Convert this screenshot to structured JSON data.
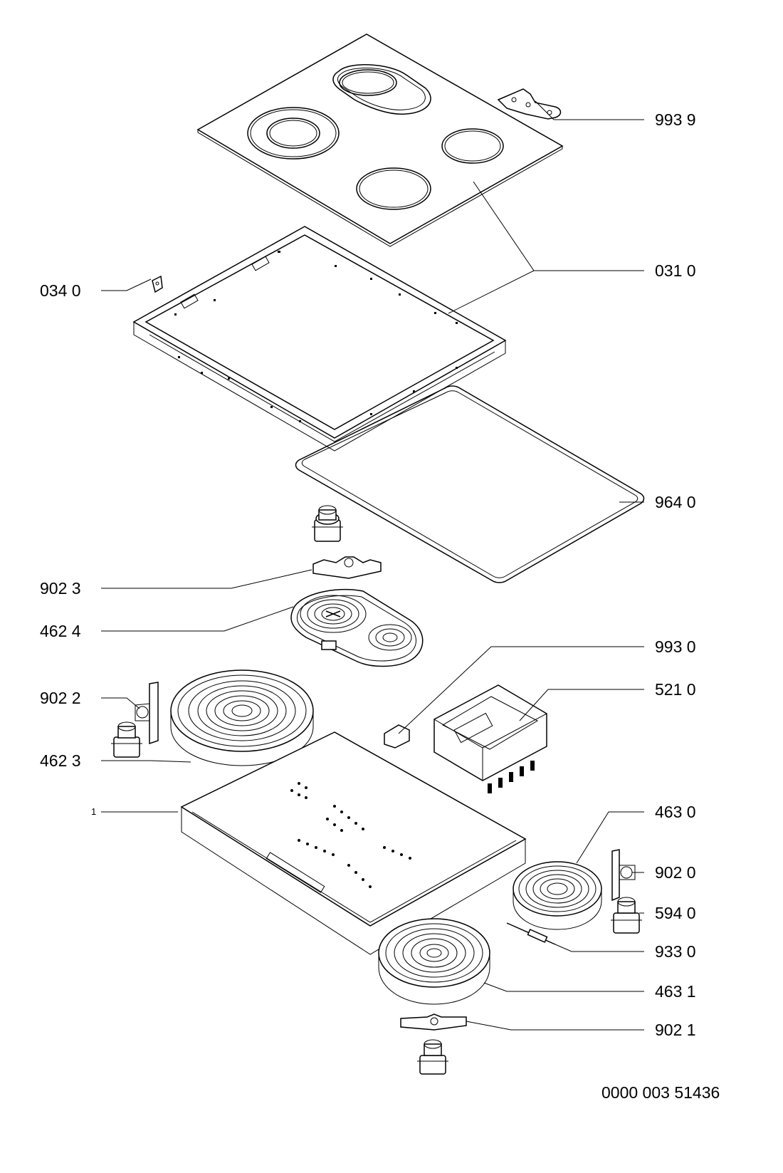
{
  "callouts": [
    {
      "id": "c-9939",
      "text": "993 9"
    },
    {
      "id": "c-0310",
      "text": "031 0"
    },
    {
      "id": "c-0340",
      "text": "034 0"
    },
    {
      "id": "c-9640",
      "text": "964 0"
    },
    {
      "id": "c-9023",
      "text": "902 3"
    },
    {
      "id": "c-4624",
      "text": "462 4"
    },
    {
      "id": "c-9930",
      "text": "993 0"
    },
    {
      "id": "c-9022",
      "text": "902 2"
    },
    {
      "id": "c-5210",
      "text": "521 0"
    },
    {
      "id": "c-4623",
      "text": "462 3"
    },
    {
      "id": "c-1",
      "text": "1"
    },
    {
      "id": "c-4630",
      "text": "463 0"
    },
    {
      "id": "c-9020",
      "text": "902 0"
    },
    {
      "id": "c-5940",
      "text": "594 0"
    },
    {
      "id": "c-9330",
      "text": "933 0"
    },
    {
      "id": "c-4631",
      "text": "463 1"
    },
    {
      "id": "c-9021",
      "text": "902 1"
    }
  ],
  "footer": {
    "drawing_number": "0000 003 51436"
  }
}
